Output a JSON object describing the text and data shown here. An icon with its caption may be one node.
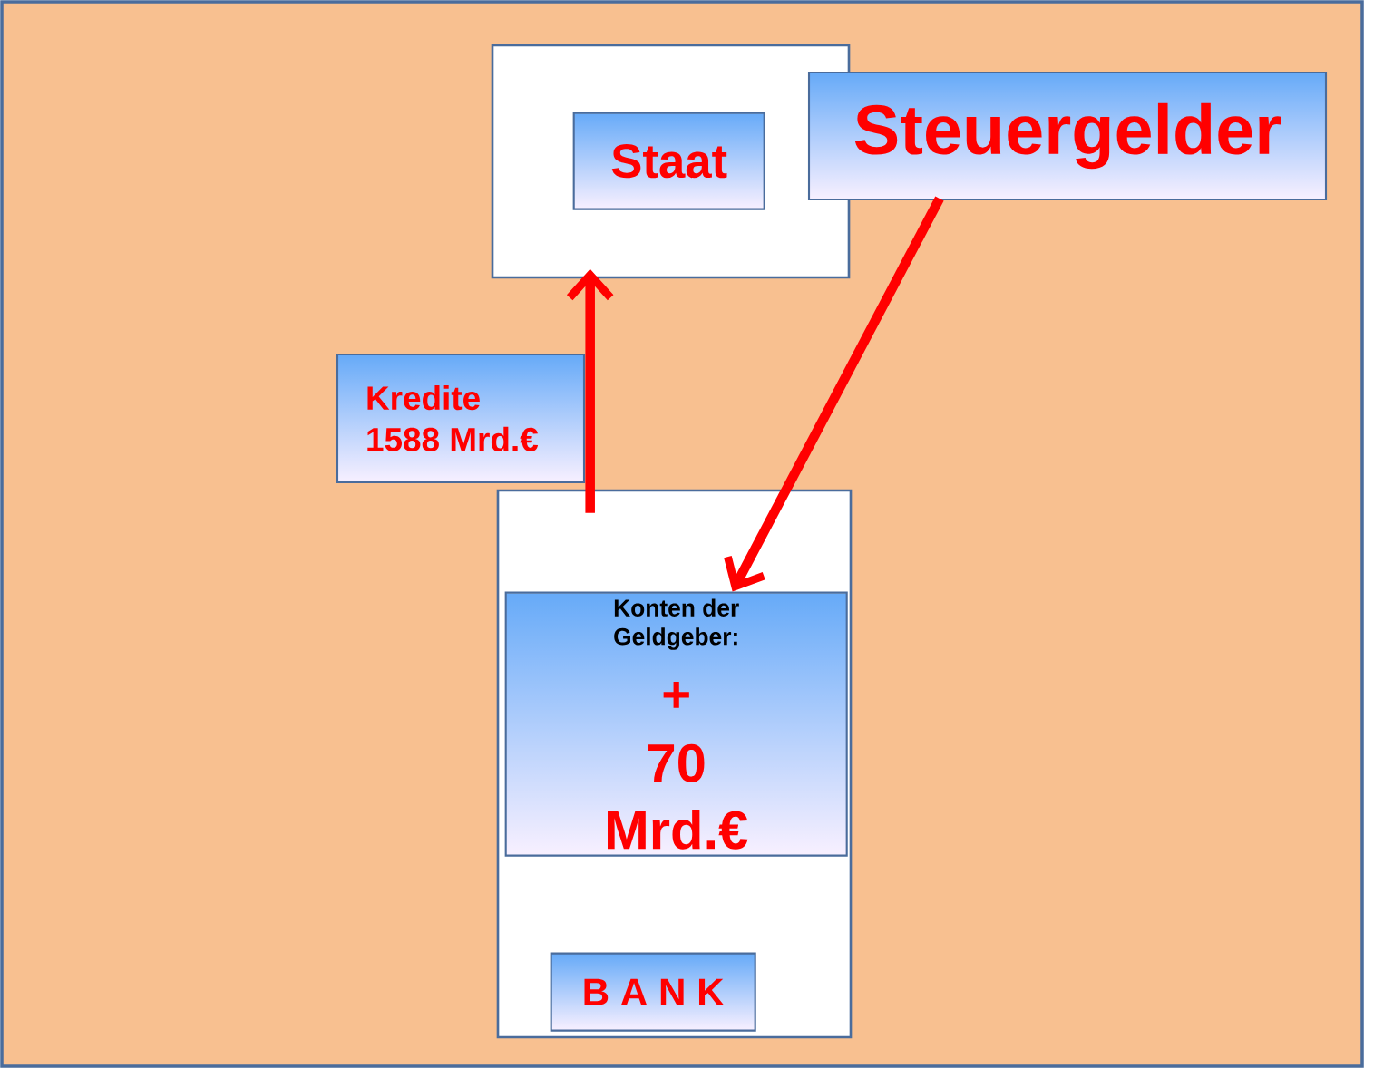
{
  "diagram": {
    "nodes": [
      {
        "text": [],
        "shape": "box"
      },
      {
        "text": [
          "Staat"
        ],
        "in": 0
      },
      {
        "text": [
          "Steuergelder"
        ]
      },
      {
        "text": [
          "Kredite 1588 Mrd.€"
        ]
      },
      {
        "text": [],
        "shape": "box"
      },
      {
        "text": [
          "Konten der Geldgeber:",
          "+",
          "70 Mrd.€"
        ],
        "in": 4
      },
      {
        "text": [
          "B A N K"
        ],
        "in": 4
      }
    ],
    "edges": [
      {
        "from": 4,
        "to": 0,
        "arrow": "to"
      },
      {
        "from": 2,
        "to": 5,
        "arrow": "to"
      }
    ]
  }
}
